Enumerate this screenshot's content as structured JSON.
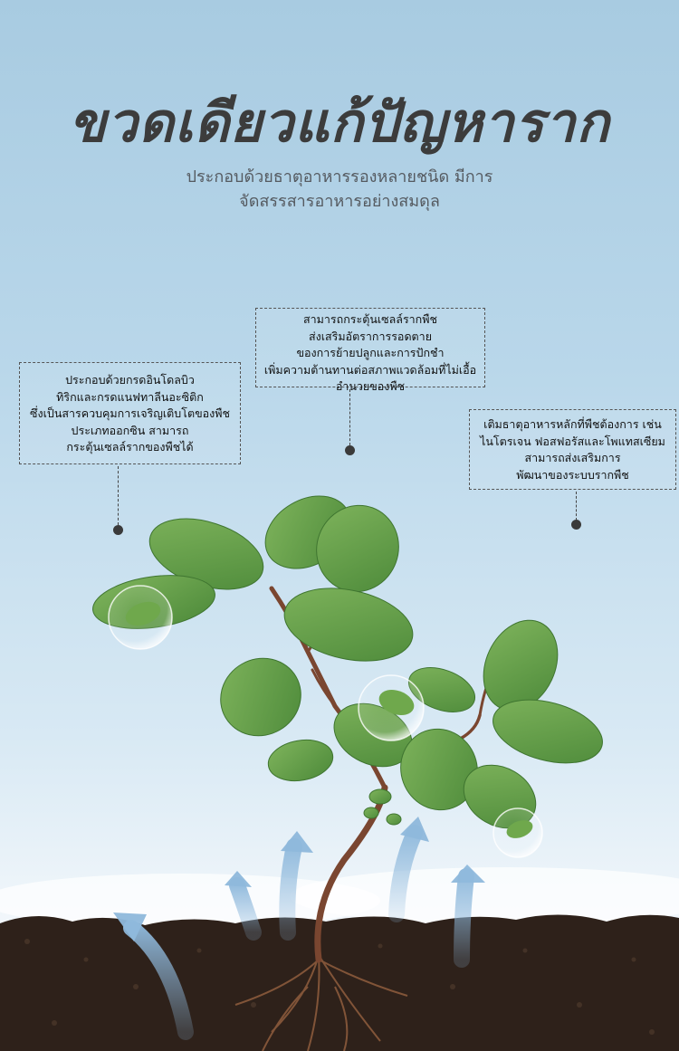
{
  "headline": "ขวดเดียวแก้ปัญหาราก",
  "subheadline": {
    "line1": "ประกอบด้วยธาตุอาหารรองหลายชนิด มีการ",
    "line2": "จัดสรรสารอาหารอย่างสมดุล"
  },
  "callouts": {
    "left": {
      "line1": "ประกอบด้วยกรดอินโดลบิว",
      "line2": "ทิริกและกรดแนฟทาลีนอะซิติก",
      "line3": "ซึ่งเป็นสารควบคุมการเจริญเติบโตของพืช",
      "line4": "ประเภทออกซิน สามารถ",
      "line5": "กระตุ้นเซลล์รากของพืชได้"
    },
    "center": {
      "line1": "สามารถกระตุ้นเซลล์รากพืช",
      "line2": "ส่งเสริมอัตราการรอดตาย",
      "line3": "ของการย้ายปลูกและการปักชำ",
      "line4": "เพิ่มความต้านทานต่อสภาพแวดล้อมที่ไม่เอื้อ",
      "line5": "อำนวยของพืช"
    },
    "right": {
      "line1": "เติมธาตุอาหารหลักที่พืชต้องการ เช่น",
      "line2": "ไนโตรเจน ฟอสฟอรัสและโพแทสเซียม",
      "line3": "สามารถส่งเสริมการ",
      "line4": "พัฒนาของระบบรากพืช"
    }
  },
  "colors": {
    "sky_top": "#a9cce2",
    "sky_bottom": "#ffffff",
    "soil": "#2e211a",
    "leaf": "#5f9a46",
    "stem": "#7a4630",
    "headline": "#3c3c3c"
  }
}
